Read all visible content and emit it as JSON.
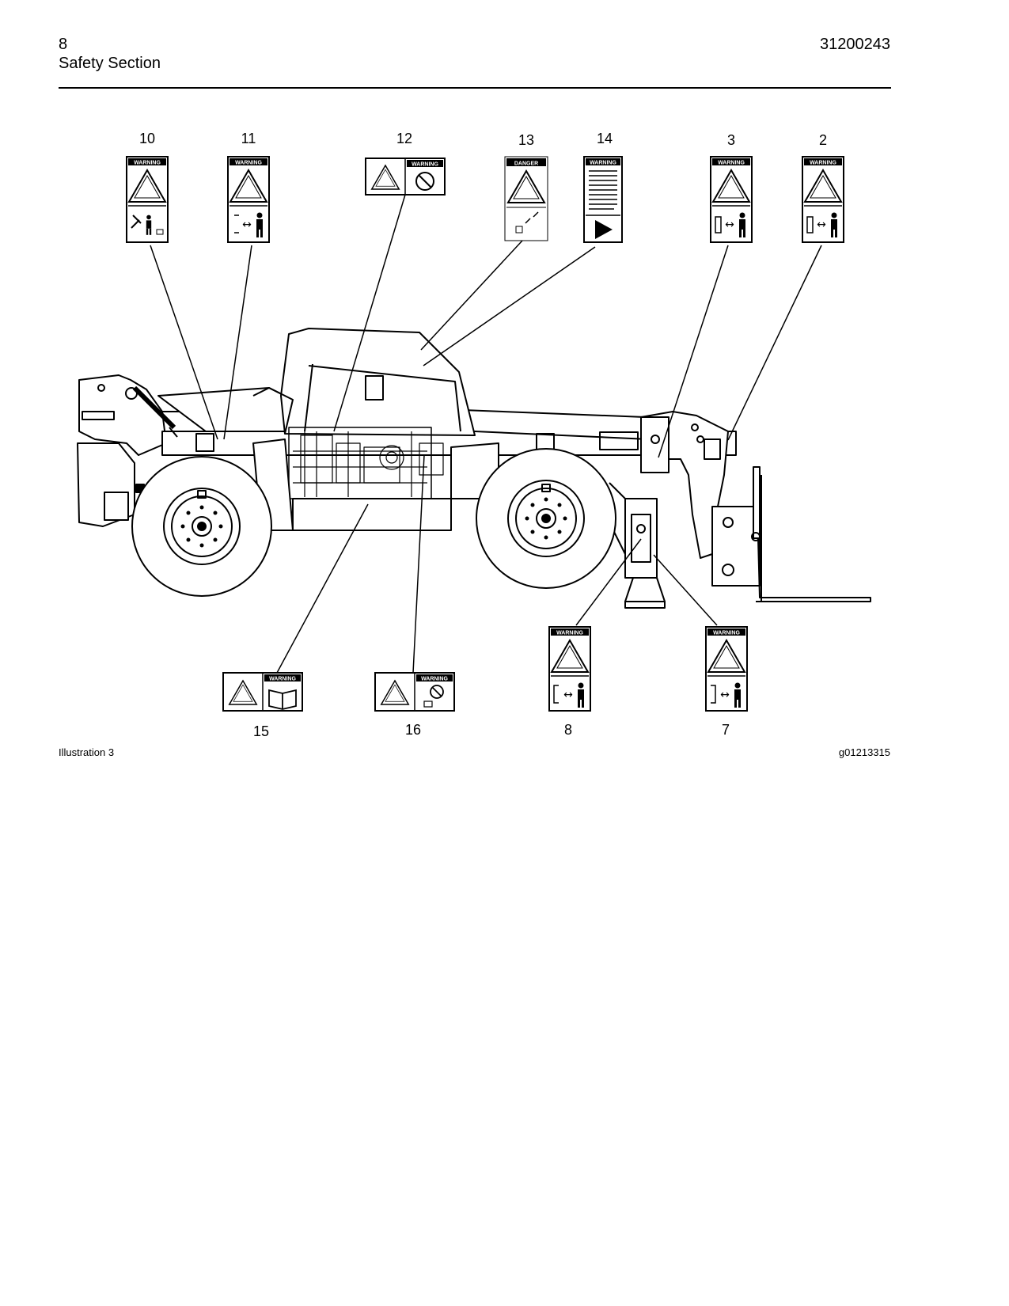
{
  "header": {
    "page_number": "8",
    "section_title": "Safety Section",
    "document_number": "31200243"
  },
  "callouts": {
    "c10": "10",
    "c11": "11",
    "c12": "12",
    "c13": "13",
    "c14": "14",
    "c3": "3",
    "c2": "2",
    "c15": "15",
    "c16": "16",
    "c8": "8",
    "c7": "7"
  },
  "decal_headers": {
    "warning": "WARNING",
    "danger": "DANGER"
  },
  "caption": {
    "label": "Illustration 3",
    "graphic_id": "g01213315"
  }
}
